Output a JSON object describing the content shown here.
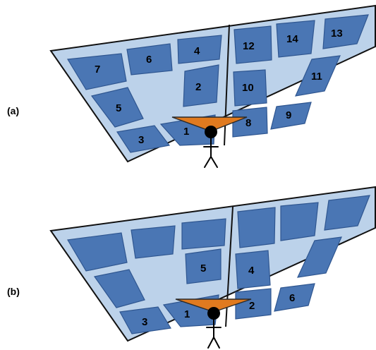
{
  "panels": [
    {
      "id": "a",
      "label": "(a)",
      "tile_labels": [
        "1",
        "2",
        "3",
        "4",
        "5",
        "6",
        "7",
        "8",
        "9",
        "10",
        "11",
        "12",
        "13",
        "14"
      ]
    },
    {
      "id": "b",
      "label": "(b)",
      "tile_labels": [
        "1",
        "2",
        "3",
        "4",
        "5",
        "6"
      ]
    }
  ],
  "colors": {
    "floor": "#bcd2ea",
    "tile": "#4a76b4",
    "field_of_view": "#e07a1f",
    "outline": "#111111"
  }
}
